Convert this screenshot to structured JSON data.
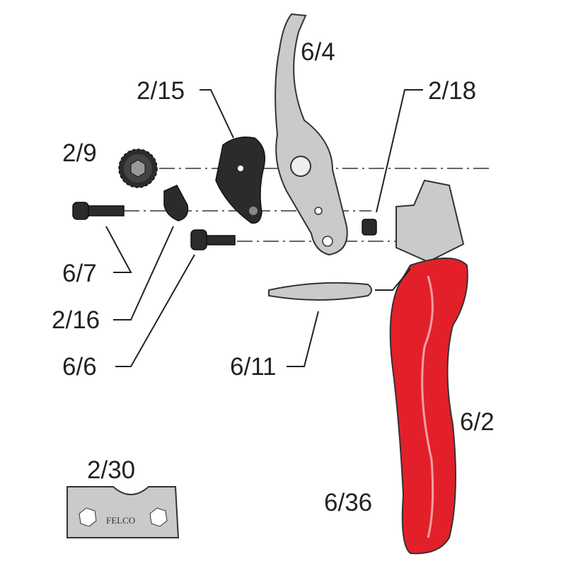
{
  "title": "Pruning shears exploded parts diagram",
  "parts": {
    "blade": "6/4",
    "anvil_blade": "2/15",
    "nut_bolt": "2/18",
    "adjusting_nut": "2/9",
    "bolt_main": "6/7",
    "washer_key": "2/16",
    "bolt_small": "6/6",
    "spring": "6/11",
    "handle": "6/2",
    "handle_cover": "6/36",
    "wrench": "2/30"
  },
  "wrench_logo": "FELCO",
  "colors": {
    "handle": "#e3202a",
    "metal": "#c9cacc",
    "dark_part": "#2b2b2d"
  }
}
